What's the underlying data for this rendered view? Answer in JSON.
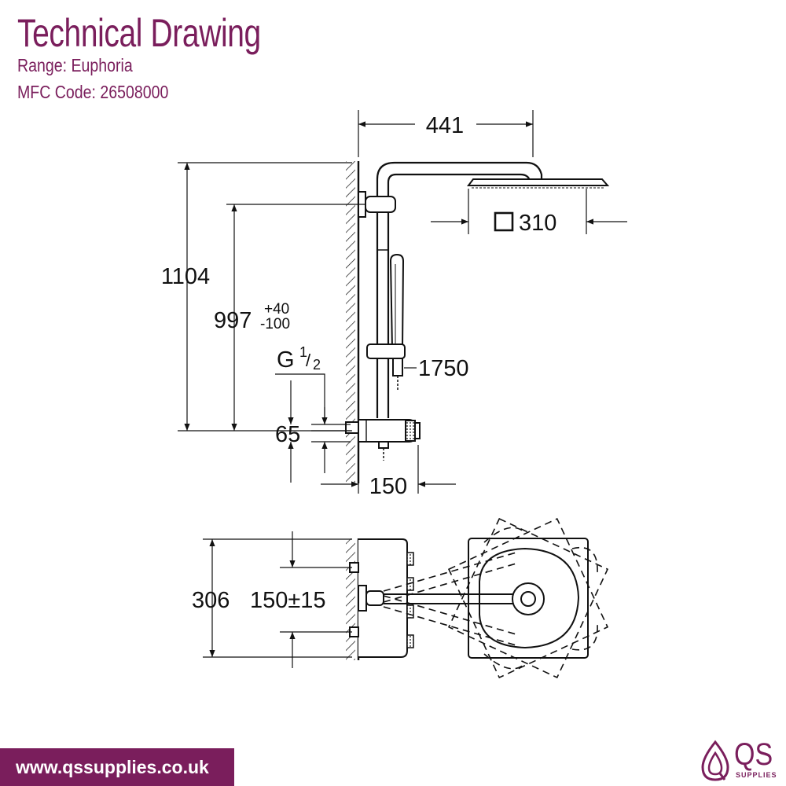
{
  "header": {
    "title": "Technical Drawing",
    "range": "Range: Euphoria",
    "mfc_code": "MFC Code: 26508000"
  },
  "dimensions": {
    "width_441": "441",
    "head_310": "310",
    "height_1104": "1104",
    "height_997": "997",
    "tol_plus": "+40",
    "tol_minus": "-100",
    "thread_g": "G",
    "thread_num": "1",
    "thread_den": "2",
    "hose_1750": "1750",
    "spacing_65": "65",
    "depth_150": "150",
    "plan_306": "306",
    "plan_150": "150±15"
  },
  "footer": {
    "url": "www.qssupplies.co.uk",
    "logo_text": "QS",
    "logo_sub": "SUPPLIES"
  },
  "colors": {
    "brand": "#7a1e5c",
    "line": "#111111"
  },
  "icons": {
    "square_symbol": "square-icon",
    "logo_mark": "water-drop-icon"
  }
}
